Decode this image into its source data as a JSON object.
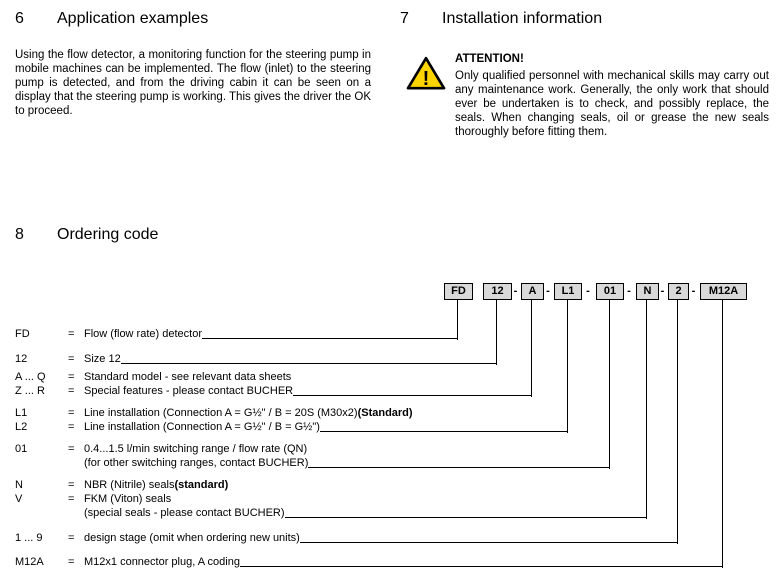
{
  "sections": {
    "application": {
      "number": "6",
      "title": "Application examples",
      "body": "Using the flow detector, a monitoring function for the steering pump in mobile machines can be implemented. The flow (inlet) to the steering pump is detected, and from the driving cabin it can be seen on a display that the steering pump is working. This gives the driver the OK to proceed."
    },
    "installation": {
      "number": "7",
      "title": "Installation information",
      "attention_label": "ATTENTION!",
      "warning_icon": "warning-triangle-icon",
      "warning_color": "#ffd500",
      "body": "Only qualified personnel with mechanical skills may carry out any maintenance work. Generally, the only work that should ever be undertaken is to check, and possibly replace, the seals. When changing seals, oil or grease the new seals thoroughly before fitting them."
    },
    "ordering": {
      "number": "8",
      "title": "Ordering code",
      "boxes": [
        "FD",
        "12",
        "A",
        "L1",
        "01",
        "N",
        "2",
        "M12A"
      ],
      "dash": "-",
      "rows": [
        {
          "code": "FD",
          "eq": "=",
          "desc": "Flow (flow rate) detector"
        },
        {
          "code": "12",
          "eq": "=",
          "desc": "Size 12"
        },
        {
          "code": "A ... Q",
          "eq": "=",
          "desc": "Standard model - see relevant data sheets"
        },
        {
          "code": "Z ... R",
          "eq": "=",
          "desc": "Special features - please contact BUCHER"
        },
        {
          "code": "L1",
          "eq": "=",
          "desc": "Line installation (Connection A = G½\" / B = 20S (M30x2) ",
          "desc_bold": "(Standard)"
        },
        {
          "code": "L2",
          "eq": "=",
          "desc": "Line installation (Connection A = G½\" / B = G½\")"
        },
        {
          "code": "01",
          "eq": "=",
          "desc": "0.4...1.5 l/min switching range / flow rate (QN)"
        },
        {
          "code": "",
          "eq": "",
          "desc": "(for other switching ranges, contact BUCHER)"
        },
        {
          "code": "N",
          "eq": "=",
          "desc": "NBR (Nitrile) seals ",
          "desc_bold": "(standard)"
        },
        {
          "code": "V",
          "eq": "=",
          "desc": "FKM (Viton) seals"
        },
        {
          "code": "",
          "eq": "",
          "desc": "(special seals - please contact BUCHER)"
        },
        {
          "code": "1 ... 9",
          "eq": "=",
          "desc": "design stage (omit when ordering new units)"
        },
        {
          "code": "M12A",
          "eq": "=",
          "desc": "M12x1 connector plug, A coding"
        }
      ]
    }
  }
}
